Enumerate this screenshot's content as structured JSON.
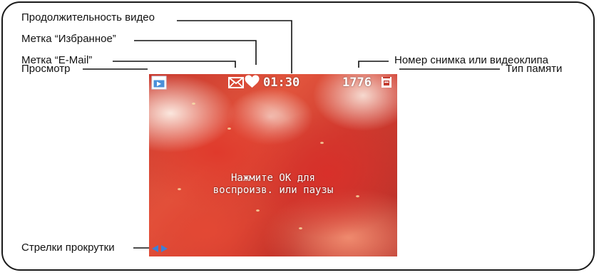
{
  "callouts": {
    "video_duration": "Продолжительность видео",
    "favorite_tag": "Метка “Избранное”",
    "email_tag": "Метка “E-Mail”",
    "review": "Просмотр",
    "scroll_arrows": "Стрелки прокрутки",
    "picture_number": "Номер снимка или видеоклипа",
    "storage_type": "Тип памяти"
  },
  "screen": {
    "duration": "01:30",
    "picture_number": "1776",
    "message_line1": "Нажмите OK для",
    "message_line2": "воспроизв. или паузы"
  },
  "icons": [
    "review-mode-icon",
    "email-icon",
    "heart-icon",
    "memory-card-icon",
    "scroll-arrows-icon"
  ],
  "colors": {
    "osd_text": "#ffffff",
    "review_icon": "#4a90d9",
    "scroll_arrows": "#3f7fd6"
  }
}
